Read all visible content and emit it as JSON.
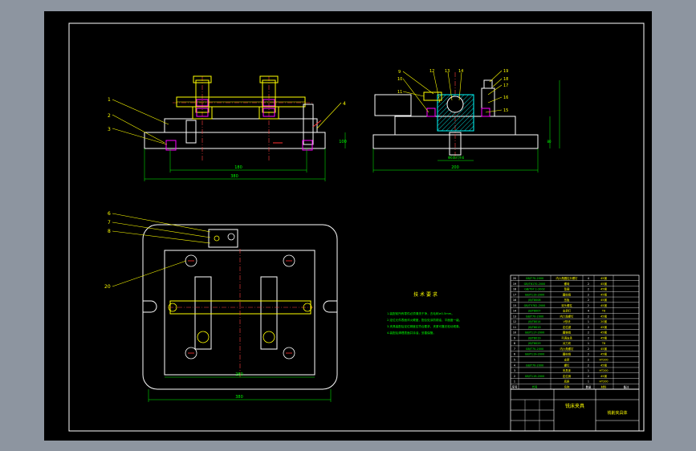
{
  "drawing": {
    "background_color": "#000000",
    "frame_color": "#ffffff",
    "outer_bg_color": "#8d95a0"
  },
  "views": {
    "front": {
      "balloons": [
        "1",
        "2",
        "3",
        "4"
      ],
      "dim_inner": "180",
      "dim_outer": "380",
      "dim_height": "100"
    },
    "side": {
      "balloons_left": [
        "9",
        "10",
        "11",
        "12",
        "13",
        "14"
      ],
      "balloons_right": [
        "19",
        "18",
        "17",
        "16",
        "15"
      ],
      "dim_width": "200",
      "dim_note": "Φ60H7/h6",
      "dim_height": "80"
    },
    "top": {
      "balloons": [
        "6",
        "7",
        "8",
        "20"
      ],
      "dim_inner": "280",
      "dim_outer": "380"
    }
  },
  "notes": {
    "title": "技 术 要 求",
    "lines": [
      "1.装配前所有零件必须清洗干净，去毛刺≥0.5mm。",
      "2.定位元件表面淬火硬度，配合处涂防锈油，平面度一级。",
      "3.夹具装配后定位精度应符合要求，夹紧可靠无松动现象。",
      "4.装配后清理表面并涂油，妥善保管。"
    ]
  },
  "bom": {
    "rows": [
      [
        "20",
        "GB/T70-2000",
        "内六角圆柱头螺钉",
        "4",
        "45钢"
      ],
      [
        "19",
        "GB/T6170-2000",
        "螺母",
        "2",
        "45钢"
      ],
      [
        "18",
        "GB/T97.1-2002",
        "垫圈",
        "2",
        "45钢"
      ],
      [
        "17",
        "GB/T119-2000",
        "圆柱销",
        "2",
        "45钢"
      ],
      [
        "16",
        "JB/T8008",
        "压板",
        "2",
        "45钢"
      ],
      [
        "15",
        "GB/T5782-2000",
        "双头螺柱",
        "2",
        "45钢"
      ],
      [
        "14",
        "JB/T8007",
        "支承钉",
        "4",
        "T8"
      ],
      [
        "13",
        "GB/T70-2000",
        "内六角螺钉",
        "2",
        "45钢"
      ],
      [
        "12",
        "JB/T8014",
        "V形块",
        "1",
        "20钢"
      ],
      [
        "11",
        "JB/T8013",
        "定位键",
        "2",
        "45钢"
      ],
      [
        "10",
        "GB/T117-2000",
        "圆锥销",
        "2",
        "45钢"
      ],
      [
        "9",
        "JB/T8019",
        "可调支承",
        "2",
        "45钢"
      ],
      [
        "8",
        "JB/T8029",
        "对刀块",
        "1",
        "T8"
      ],
      [
        "7",
        "GB/T70-2000",
        "内六角螺钉",
        "2",
        "45钢"
      ],
      [
        "6",
        "GB/T119-2000",
        "圆柱销",
        "2",
        "45钢"
      ],
      [
        "5",
        "",
        "支架",
        "2",
        "HT200"
      ],
      [
        "4",
        "GB/T70-2000",
        "螺钉",
        "2",
        "45钢"
      ],
      [
        "3",
        "",
        "夹具体",
        "1",
        "HT200"
      ],
      [
        "2",
        "GB/T119-2000",
        "定位销",
        "2",
        "45钢"
      ],
      [
        "1",
        "",
        "底座",
        "1",
        "HT200"
      ]
    ],
    "header": [
      "序号",
      "代号",
      "名称",
      "数量",
      "材料",
      "备注"
    ]
  },
  "title_block": {
    "name": "铣床夹具",
    "drawing_no": "铣削夹具体"
  }
}
